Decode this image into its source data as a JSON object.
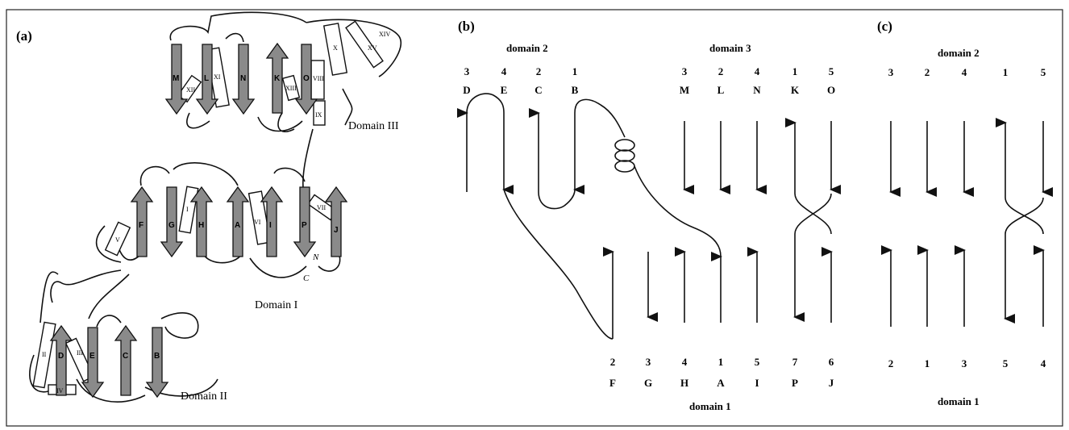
{
  "panels": {
    "a": "(a)",
    "b": "(b)",
    "c": "(c)"
  },
  "panel_a": {
    "domain_labels": [
      "Domain III",
      "Domain I",
      "Domain II"
    ],
    "strands": [
      "M",
      "L",
      "N",
      "K",
      "O",
      "F",
      "G",
      "H",
      "A",
      "I",
      "P",
      "J",
      "D",
      "E",
      "C",
      "B"
    ],
    "helices": [
      "XII",
      "XI",
      "XIII",
      "VIII",
      "X",
      "XIV",
      "XV",
      "IX",
      "I",
      "V",
      "VI",
      "VII",
      "II",
      "III",
      "IV"
    ],
    "termini": [
      "N",
      "C"
    ]
  },
  "panel_b": {
    "top_left_title": "domain 2",
    "top_left_numbers": [
      "3",
      "4",
      "2",
      "1"
    ],
    "top_left_letters": [
      "D",
      "E",
      "C",
      "B"
    ],
    "top_right_title": "domain 3",
    "top_right_numbers": [
      "3",
      "2",
      "4",
      "1",
      "5"
    ],
    "top_right_letters": [
      "M",
      "L",
      "N",
      "K",
      "O"
    ],
    "bottom_numbers": [
      "2",
      "3",
      "4",
      "1",
      "5",
      "7",
      "6"
    ],
    "bottom_letters": [
      "F",
      "G",
      "H",
      "A",
      "I",
      "P",
      "J"
    ],
    "bottom_title": "domain 1"
  },
  "panel_c": {
    "top_title": "domain 2",
    "top_numbers": [
      "3",
      "2",
      "4",
      "1",
      "5"
    ],
    "bottom_numbers": [
      "2",
      "1",
      "3",
      "5",
      "4"
    ],
    "bottom_title": "domain 1"
  }
}
